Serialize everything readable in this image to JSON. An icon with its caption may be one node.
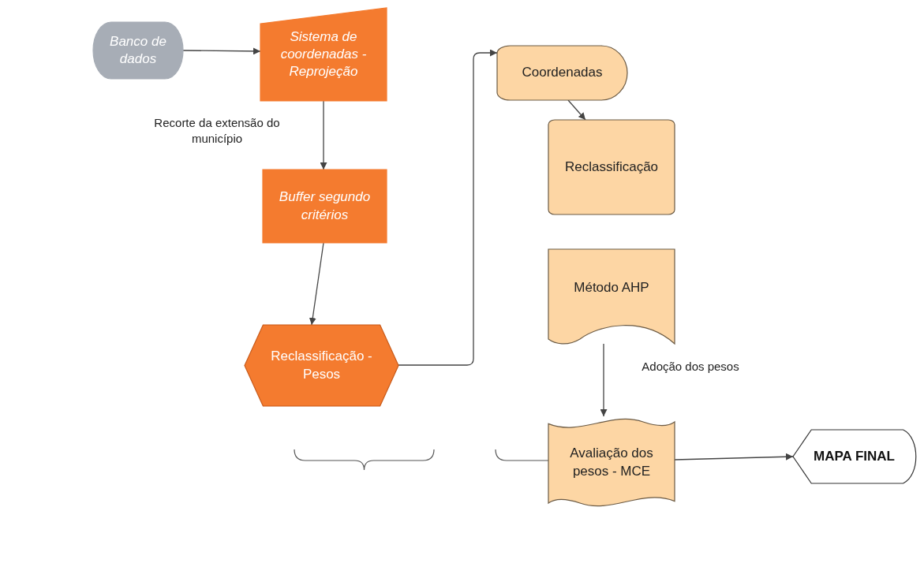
{
  "diagram": {
    "nodes": [
      {
        "text": [
          "Banco de dados"
        ]
      },
      {
        "text": [
          "Sistema de coordenadas - Reprojeção"
        ]
      },
      {
        "text": [
          "Buffer segundo critérios"
        ]
      },
      {
        "text": [
          "Reclassificação - Pesos"
        ]
      },
      {
        "text": [
          "Coordenadas"
        ]
      },
      {
        "text": [
          "Reclassificação"
        ]
      },
      {
        "text": [
          "Método AHP"
        ]
      },
      {
        "text": [
          "Avaliação dos pesos - MCE"
        ]
      },
      {
        "text": [
          "MAPA FINAL"
        ]
      }
    ],
    "edges": [
      {
        "from": 0,
        "to": 1,
        "arrow": "to"
      },
      {
        "from": 1,
        "to": 2,
        "arrow": "to",
        "label": "Recorte da extensão do município"
      },
      {
        "from": 2,
        "to": 3,
        "arrow": "to"
      },
      {
        "from": 3,
        "to": 4,
        "arrow": "to"
      },
      {
        "from": 4,
        "to": 5,
        "arrow": "to"
      },
      {
        "from": 6,
        "to": 7,
        "arrow": "to",
        "label": "Adoção dos pesos"
      },
      {
        "from": 7,
        "to": 8,
        "arrow": "to"
      }
    ]
  }
}
